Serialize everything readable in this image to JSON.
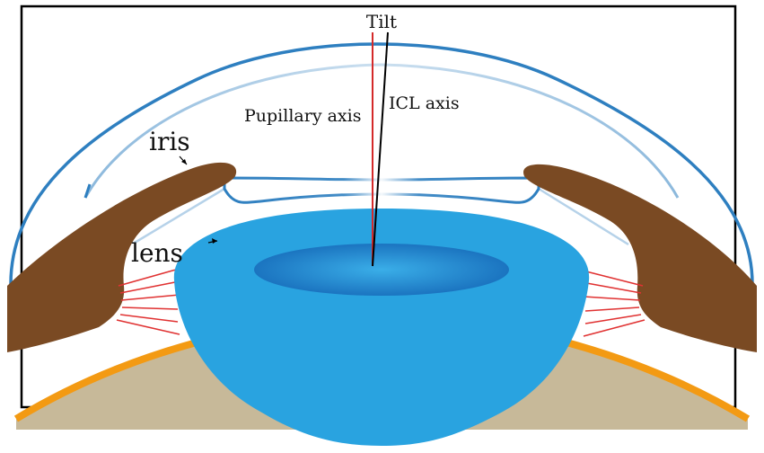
{
  "labels": {
    "tilt": "Tilt",
    "pupillary_axis": "Pupillary axis",
    "icl_axis": "ICL axis",
    "iris": "iris",
    "lens": "lens"
  },
  "colors": {
    "iris": "#7a4a23",
    "lens": "#29a3e0",
    "lens_center": "#1b78c4",
    "cornea_outline": "#2e7fc0",
    "sclera": "#f39a13",
    "posterior": "#c7b999",
    "zonules": "#e03232",
    "pupillary_axis": "#d42a2a",
    "icl_axis": "#000000",
    "frame": "#000000"
  }
}
